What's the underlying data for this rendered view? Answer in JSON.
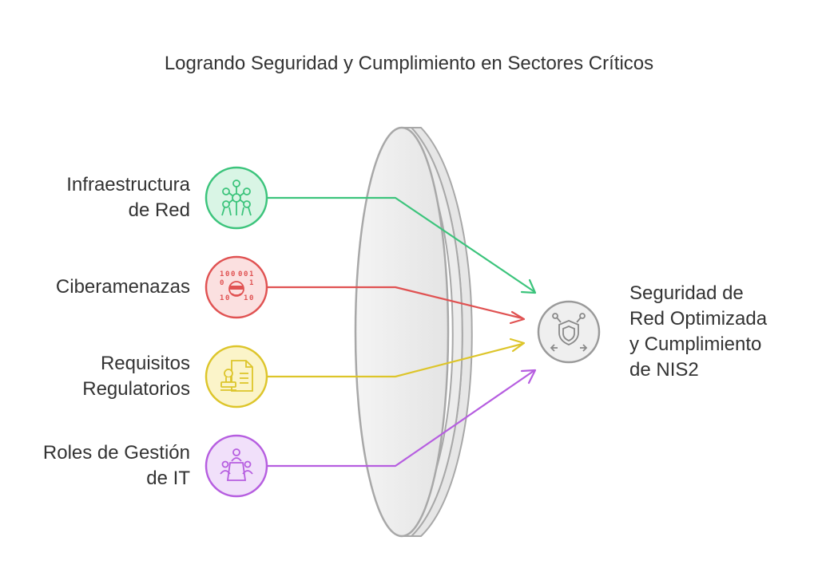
{
  "title": "Logrando Seguridad y Cumplimiento en Sectores Críticos",
  "inputs": [
    {
      "lines": [
        "Infraestructura",
        "de Red"
      ],
      "color": "#3cc47c",
      "icon": "network-icon"
    },
    {
      "lines": [
        "Ciberamenazas"
      ],
      "color": "#e05252",
      "icon": "hacker-binary-icon"
    },
    {
      "lines": [
        "Requisitos",
        "Regulatorios"
      ],
      "color": "#ddc52a",
      "icon": "stamp-document-icon"
    },
    {
      "lines": [
        "Roles de Gestión",
        "de IT"
      ],
      "color": "#b65ee0",
      "icon": "team-meeting-icon"
    }
  ],
  "output": {
    "lines": [
      "Seguridad de",
      "Red Optimizada",
      "y Cumplimiento",
      "de NIS2"
    ],
    "color": "#9a9a9a",
    "icon": "shield-network-icon"
  },
  "lens_color": "#a8a8a8"
}
